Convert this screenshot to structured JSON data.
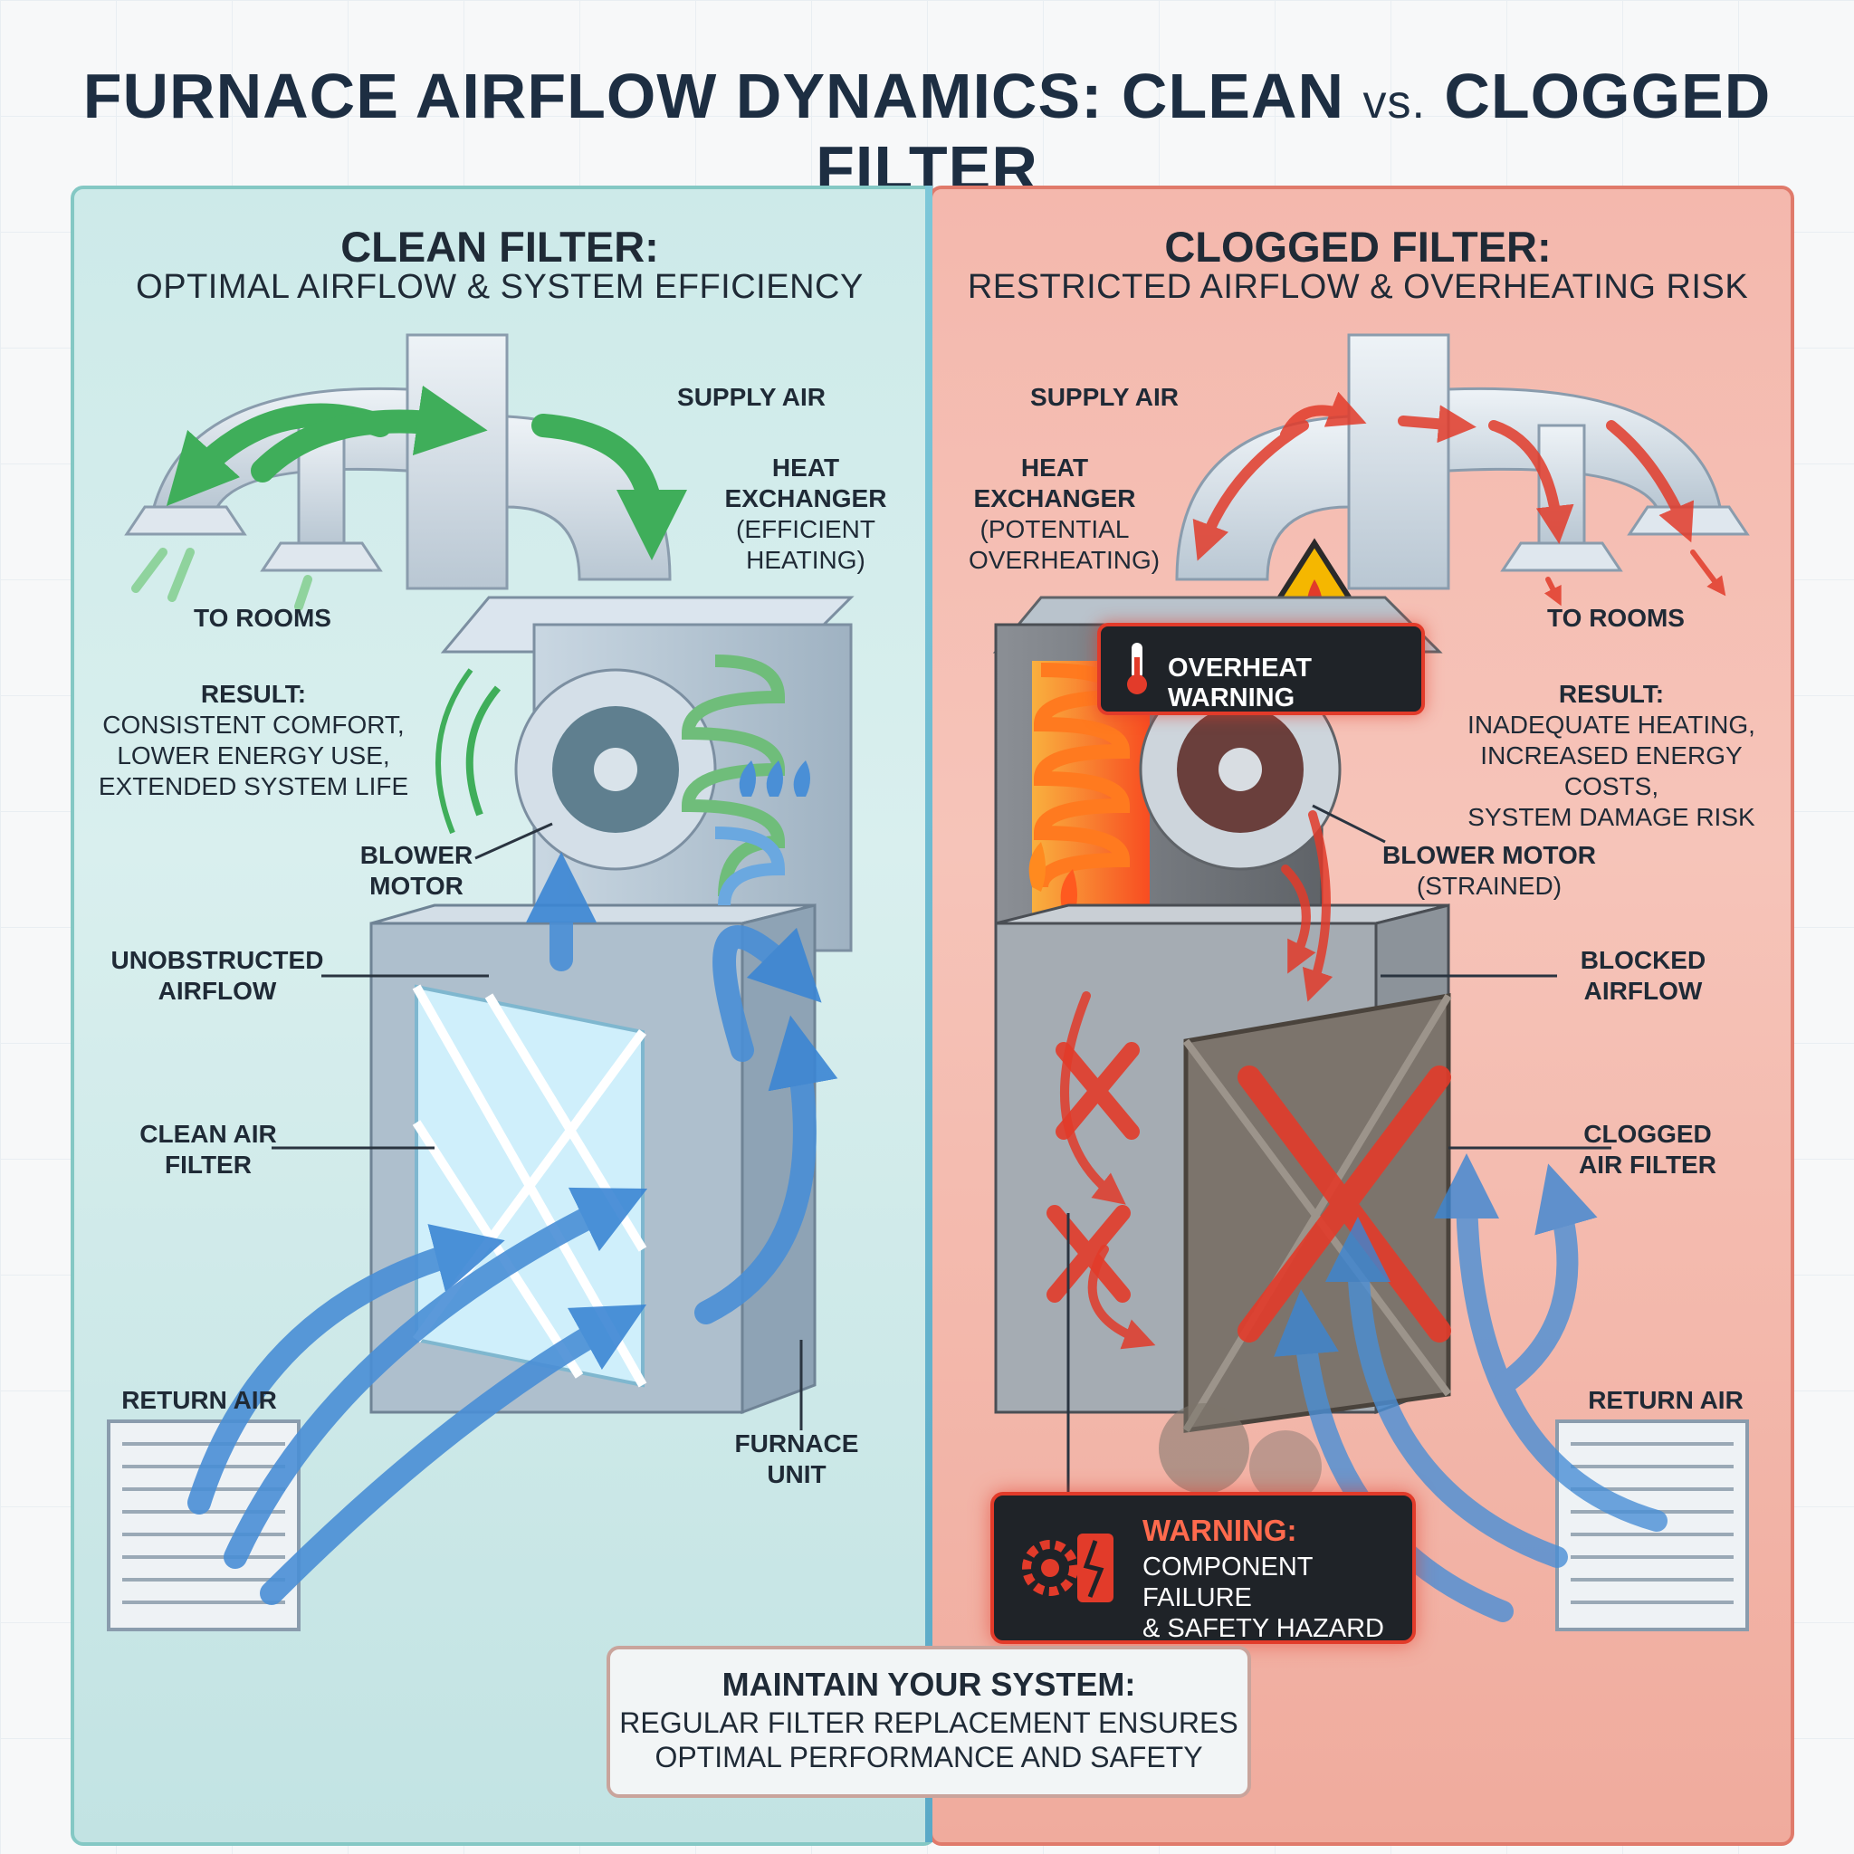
{
  "title": {
    "main": "FURNACE AIRFLOW DYNAMICS: CLEAN",
    "vs": "vs.",
    "tail": "CLOGGED FILTER"
  },
  "clean": {
    "title": "CLEAN FILTER:",
    "subtitle": "OPTIMAL AIRFLOW & SYSTEM EFFICIENCY",
    "supply_air": "SUPPLY AIR",
    "heat_exchanger": "HEAT EXCHANGER",
    "heat_exchanger_note": "(EFFICIENT HEATING)",
    "to_rooms": "TO ROOMS",
    "result_title": "RESULT:",
    "result_text": [
      "CONSISTENT COMFORT,",
      "LOWER ENERGY USE,",
      "EXTENDED SYSTEM LIFE"
    ],
    "blower_motor": "BLOWER MOTOR",
    "airflow": "UNOBSTRUCTED AIRFLOW",
    "filter": "CLEAN AIR FILTER",
    "return_air": "RETURN AIR",
    "furnace_unit": "FURNACE UNIT"
  },
  "clogged": {
    "title": "CLOGGED FILTER:",
    "subtitle": "RESTRICTED AIRFLOW & OVERHEATING RISK",
    "supply_air": "SUPPLY AIR",
    "heat_exchanger": "HEAT EXCHANGER",
    "heat_exchanger_note": "(POTENTIAL OVERHEATING)",
    "overheat_warning": "OVERHEAT WARNING",
    "to_rooms": "TO ROOMS",
    "result_title": "RESULT:",
    "result_text": [
      "INADEQUATE HEATING,",
      "INCREASED ENERGY COSTS,",
      "SYSTEM DAMAGE RISK"
    ],
    "blower_motor": "BLOWER MOTOR",
    "blower_note": "(STRAINED)",
    "airflow": "BLOCKED AIRFLOW",
    "filter": "CLOGGED AIR FILTER",
    "return_air": "RETURN AIR",
    "warning_title": "WARNING:",
    "warning_text": [
      "COMPONENT FAILURE",
      "& SAFETY HAZARD"
    ]
  },
  "maintain": {
    "title": "MAINTAIN YOUR SYSTEM:",
    "text": [
      "REGULAR FILTER REPLACEMENT ENSURES",
      "OPTIMAL PERFORMANCE AND SAFETY"
    ]
  },
  "colors": {
    "clean_accent": "#3fae5a",
    "airflow_blue": "#4a8fd6",
    "warning_red": "#e23b2a",
    "title_navy": "#1d2e42"
  },
  "icons": [
    "fire-warning-icon",
    "thermometer-icon",
    "gear-broken-icon",
    "red-x-icon",
    "flame-icon"
  ]
}
